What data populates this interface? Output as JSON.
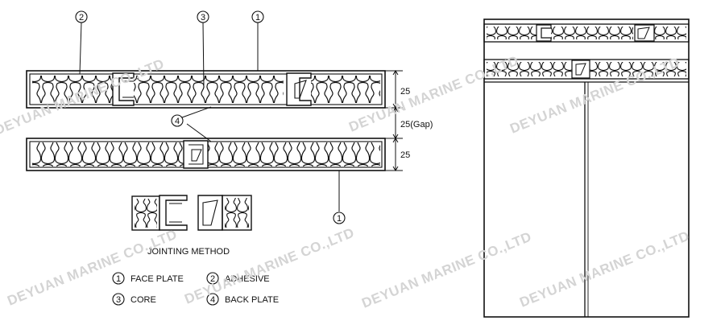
{
  "callouts": {
    "c1": "1",
    "c2": "2",
    "c3": "3",
    "c4": "4"
  },
  "dimensions": {
    "panel_thickness": "25",
    "gap": "25(Gap)"
  },
  "jointing_label": "JOINTING METHOD",
  "legend": [
    {
      "num": "1",
      "label": "FACE PLATE"
    },
    {
      "num": "2",
      "label": "ADHESIVE"
    },
    {
      "num": "3",
      "label": "CORE"
    },
    {
      "num": "4",
      "label": "BACK PLATE"
    }
  ],
  "watermark": "DEYUAN MARINE CO.,LTD",
  "colors": {
    "line": "#111111",
    "watermark": "#d4d4d4",
    "background": "#ffffff"
  }
}
